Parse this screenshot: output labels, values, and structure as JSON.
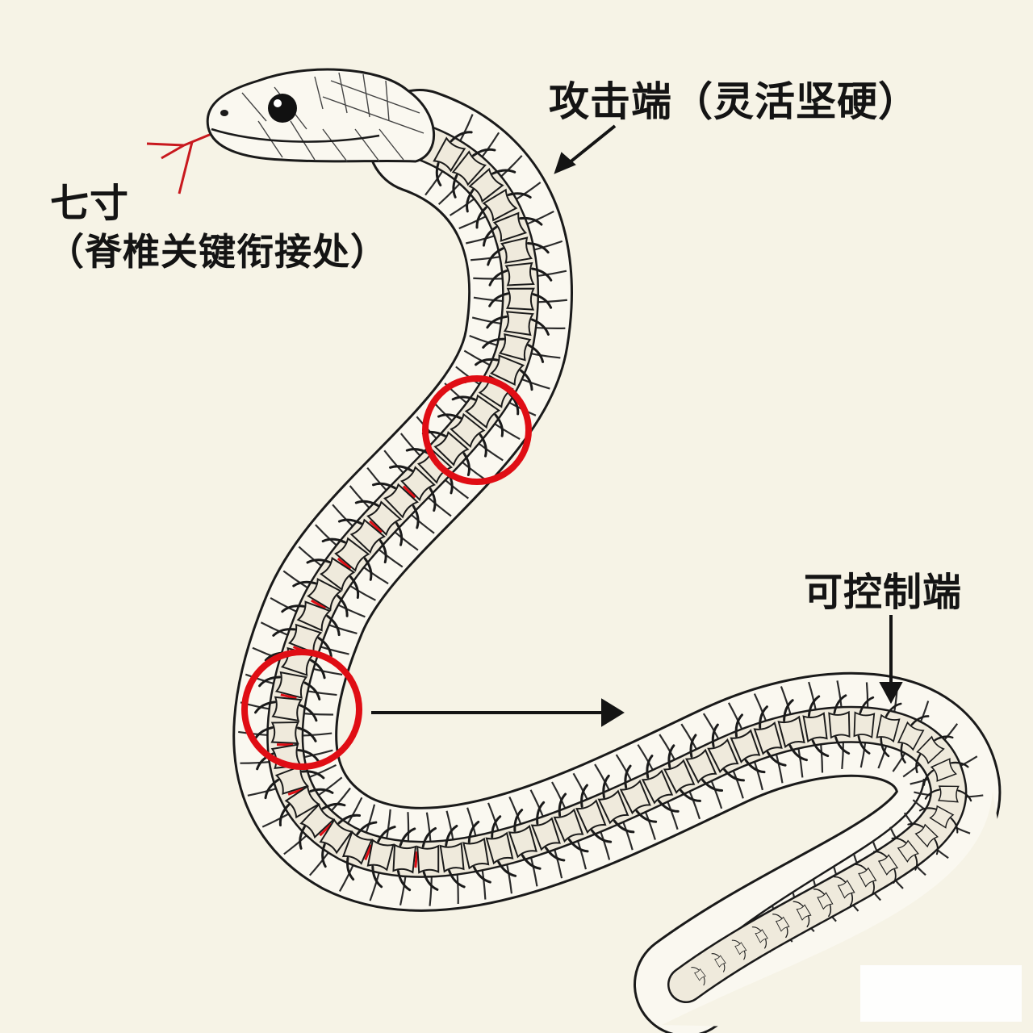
{
  "labels": {
    "attack_end": "攻击端（灵活坚硬）",
    "qicun_title": "七寸",
    "qicun_sub": "（脊椎关键衔接处）",
    "control_end": "可控制端"
  },
  "colors": {
    "background": "#f6f3e6",
    "ink": "#1a1a1a",
    "bone": "#f1ede2",
    "highlight": "#e00d14",
    "tongue": "#c8181e"
  }
}
